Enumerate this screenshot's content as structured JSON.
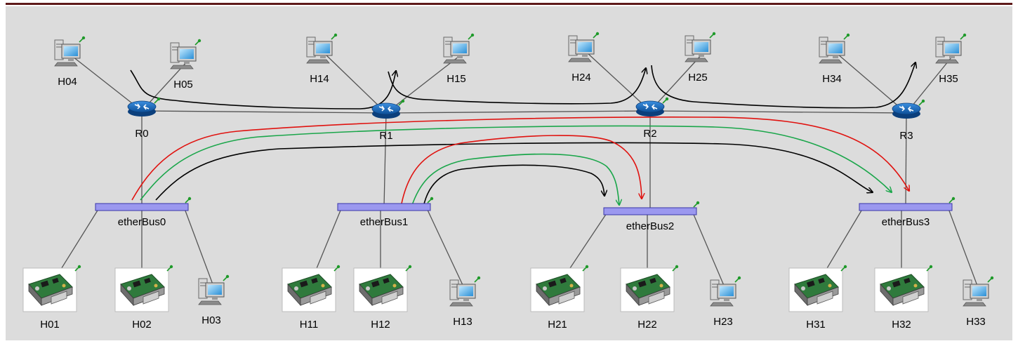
{
  "colors": {
    "canvas": "#dcdcdc",
    "link": "#555555",
    "bus": "#9b98ef",
    "router": "#1565b8",
    "arrow_black": "#000000",
    "arrow_red": "#e0120f",
    "arrow_green": "#1aa64a",
    "status_pin": "#1f9a2a"
  },
  "icons": {
    "router": "router-icon",
    "bus": "ether-bus-icon",
    "workstation": "workstation-icon",
    "ecu": "ecu-board-icon",
    "status": "status-pin-icon"
  },
  "routers": [
    {
      "id": "R0",
      "label": "R0"
    },
    {
      "id": "R1",
      "label": "R1"
    },
    {
      "id": "R2",
      "label": "R2"
    },
    {
      "id": "R3",
      "label": "R3"
    }
  ],
  "buses": [
    {
      "id": "etherBus0",
      "label": "etherBus0"
    },
    {
      "id": "etherBus1",
      "label": "etherBus1"
    },
    {
      "id": "etherBus2",
      "label": "etherBus2"
    },
    {
      "id": "etherBus3",
      "label": "etherBus3"
    }
  ],
  "hosts": [
    {
      "id": "H04",
      "label": "H04",
      "type": "workstation"
    },
    {
      "id": "H05",
      "label": "H05",
      "type": "workstation"
    },
    {
      "id": "H14",
      "label": "H14",
      "type": "workstation"
    },
    {
      "id": "H15",
      "label": "H15",
      "type": "workstation"
    },
    {
      "id": "H24",
      "label": "H24",
      "type": "workstation"
    },
    {
      "id": "H25",
      "label": "H25",
      "type": "workstation"
    },
    {
      "id": "H34",
      "label": "H34",
      "type": "workstation"
    },
    {
      "id": "H35",
      "label": "H35",
      "type": "workstation"
    },
    {
      "id": "H01",
      "label": "H01",
      "type": "ecu"
    },
    {
      "id": "H02",
      "label": "H02",
      "type": "ecu"
    },
    {
      "id": "H03",
      "label": "H03",
      "type": "workstation"
    },
    {
      "id": "H11",
      "label": "H11",
      "type": "ecu"
    },
    {
      "id": "H12",
      "label": "H12",
      "type": "ecu"
    },
    {
      "id": "H13",
      "label": "H13",
      "type": "workstation"
    },
    {
      "id": "H21",
      "label": "H21",
      "type": "ecu"
    },
    {
      "id": "H22",
      "label": "H22",
      "type": "ecu"
    },
    {
      "id": "H23",
      "label": "H23",
      "type": "workstation"
    },
    {
      "id": "H31",
      "label": "H31",
      "type": "ecu"
    },
    {
      "id": "H32",
      "label": "H32",
      "type": "ecu"
    },
    {
      "id": "H33",
      "label": "H33",
      "type": "workstation"
    }
  ],
  "connections": [
    [
      "R0",
      "R1"
    ],
    [
      "R1",
      "R2"
    ],
    [
      "R2",
      "R3"
    ],
    [
      "R0",
      "etherBus0"
    ],
    [
      "R1",
      "etherBus1"
    ],
    [
      "R2",
      "etherBus2"
    ],
    [
      "R3",
      "etherBus3"
    ],
    [
      "H04",
      "R0"
    ],
    [
      "H05",
      "R0"
    ],
    [
      "H14",
      "R1"
    ],
    [
      "H15",
      "R1"
    ],
    [
      "H24",
      "R2"
    ],
    [
      "H25",
      "R2"
    ],
    [
      "H34",
      "R3"
    ],
    [
      "H35",
      "R3"
    ],
    [
      "H01",
      "etherBus0"
    ],
    [
      "H02",
      "etherBus0"
    ],
    [
      "H03",
      "etherBus0"
    ],
    [
      "H11",
      "etherBus1"
    ],
    [
      "H12",
      "etherBus1"
    ],
    [
      "H13",
      "etherBus1"
    ],
    [
      "H21",
      "etherBus2"
    ],
    [
      "H22",
      "etherBus2"
    ],
    [
      "H23",
      "etherBus2"
    ],
    [
      "H31",
      "etherBus3"
    ],
    [
      "H32",
      "etherBus3"
    ],
    [
      "H33",
      "etherBus3"
    ]
  ],
  "flows": [
    {
      "color": "black",
      "from": "H05",
      "to": "H14"
    },
    {
      "color": "black",
      "from": "H14",
      "to": "H24"
    },
    {
      "color": "black",
      "from": "H25",
      "to": "H34"
    },
    {
      "color": "red",
      "from": "etherBus0",
      "to": "etherBus3"
    },
    {
      "color": "green",
      "from": "etherBus0",
      "to": "etherBus3"
    },
    {
      "color": "black",
      "from": "etherBus0",
      "to": "etherBus3"
    },
    {
      "color": "red",
      "from": "etherBus1",
      "to": "etherBus2"
    },
    {
      "color": "green",
      "from": "etherBus1",
      "to": "etherBus2"
    },
    {
      "color": "black",
      "from": "etherBus1",
      "to": "etherBus2"
    }
  ]
}
